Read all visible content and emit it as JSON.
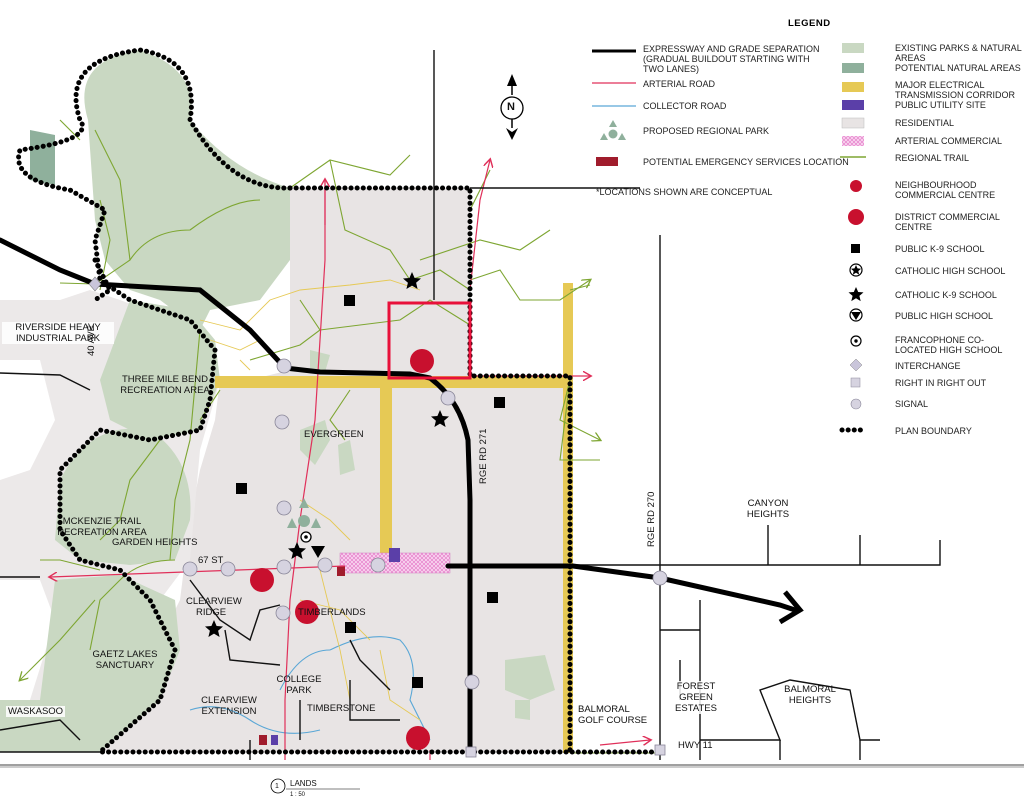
{
  "legend": {
    "title": "LEGEND",
    "note": "*LOCATIONS SHOWN ARE CONCEPTUAL",
    "left_items": [
      {
        "key": "expressway",
        "label": "EXPRESSWAY AND GRADE SEPARATION (GRADUAL BUILDOUT STARTING WITH TWO LANES)"
      },
      {
        "key": "arterial",
        "label": "ARTERIAL ROAD"
      },
      {
        "key": "collector",
        "label": "COLLECTOR ROAD"
      },
      {
        "key": "regional_park",
        "label": "PROPOSED REGIONAL PARK"
      },
      {
        "key": "emergency",
        "label": "POTENTIAL EMERGENCY SERVICES LOCATION"
      }
    ],
    "right_items": [
      {
        "key": "parks",
        "label": "EXISTING PARKS & NATURAL AREAS"
      },
      {
        "key": "potential_natural",
        "label": "POTENTIAL NATURAL AREAS"
      },
      {
        "key": "electrical",
        "label": "MAJOR ELECTRICAL TRANSMISSION CORRIDOR"
      },
      {
        "key": "utility",
        "label": "PUBLIC UTILITY SITE"
      },
      {
        "key": "residential",
        "label": "RESIDENTIAL"
      },
      {
        "key": "arterial_commercial",
        "label": "ARTERIAL COMMERCIAL"
      },
      {
        "key": "regional_trail",
        "label": "REGIONAL TRAIL"
      },
      {
        "key": "neighbourhood_commercial",
        "label": "NEIGHBOURHOOD COMMERCIAL CENTRE"
      },
      {
        "key": "district_commercial",
        "label": "DISTRICT COMMERCIAL CENTRE"
      },
      {
        "key": "k9_school",
        "label": "PUBLIC K-9 SCHOOL"
      },
      {
        "key": "catholic_high",
        "label": "CATHOLIC HIGH SCHOOL"
      },
      {
        "key": "catholic_k9",
        "label": "CATHOLIC K-9 SCHOOL"
      },
      {
        "key": "public_high",
        "label": "PUBLIC HIGH SCHOOL"
      },
      {
        "key": "francophone",
        "label": "FRANCOPHONE CO-LOCATED HIGH SCHOOL"
      },
      {
        "key": "interchange",
        "label": "INTERCHANGE"
      },
      {
        "key": "right_in_out",
        "label": "RIGHT IN RIGHT OUT"
      },
      {
        "key": "signal",
        "label": "SIGNAL"
      },
      {
        "key": "plan_boundary",
        "label": "PLAN BOUNDARY"
      }
    ]
  },
  "compass": {
    "label": "N"
  },
  "places": {
    "riverside": "RIVERSIDE HEAVY INDUSTRIAL PARK",
    "three_mile": "THREE MILE BEND RECREATION AREA",
    "ave40": "40 AVE",
    "evergreen": "EVERGREEN",
    "rge271": "RGE RD 271",
    "rge270": "RGE RD 270",
    "canyon": "CANYON HEIGHTS",
    "mckenzie": "MCKENZIE TRAIL RECREATION AREA",
    "garden": "GARDEN HEIGHTS",
    "st67": "67 ST",
    "clearview_ridge": "CLEARVIEW RIDGE",
    "timberlands": "TIMBERLANDS",
    "gaetz": "GAETZ LAKES SANCTUARY",
    "college": "COLLEGE PARK",
    "clearview_ext": "CLEARVIEW EXTENSION",
    "timberstone": "TIMBERSTONE",
    "waskasoo": "WASKASOO",
    "balmoral_golf": "BALMORAL GOLF COURSE",
    "forest_green": "FOREST GREEN ESTATES",
    "balmoral_heights": "BALMORAL HEIGHTS",
    "hwy11": "HWY 11"
  },
  "title_block": {
    "number": "1",
    "title": "LANDS",
    "scale": "1 : 50"
  },
  "colors": {
    "residential": "#e8e4e4",
    "parks": "#c9d8c2",
    "potential_natural": "#8fb09c",
    "electrical": "#e6c955",
    "arterial": "#e0305a",
    "collector": "#5aa7d6",
    "trail": "#7ea632",
    "commercial_red": "#c8102e",
    "utility": "#5b3fa8",
    "emergency": "#a01c2c",
    "highlight": "#e8103a",
    "commercial_pink": "#f4b8e4"
  }
}
